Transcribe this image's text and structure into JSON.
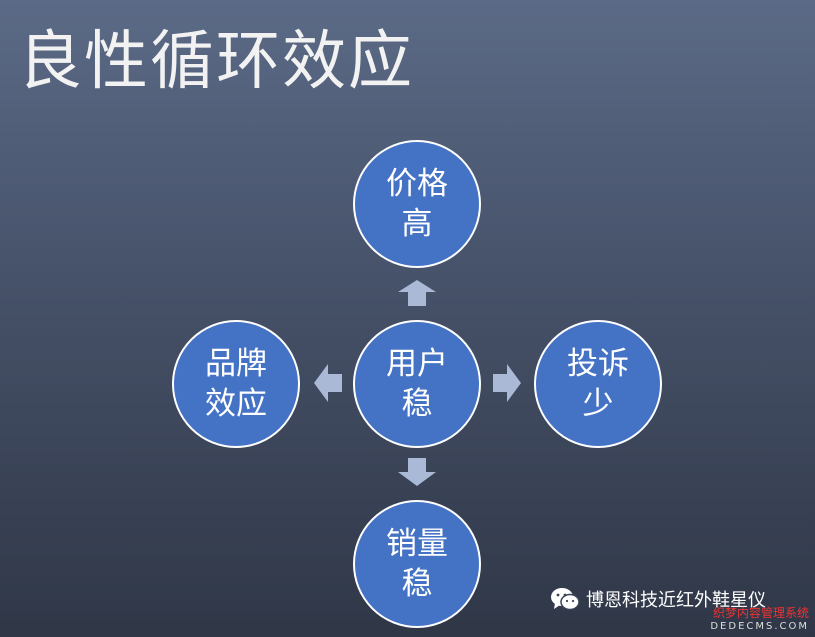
{
  "title": "良性循环效应",
  "nodes": {
    "top": "价格\n高",
    "center": "用户\n稳",
    "left": "品牌\n效应",
    "right": "投诉\n少",
    "bottom": "销量\n稳"
  },
  "footer": {
    "account": "博恩科技近红外鞋星仪",
    "icon": "wechat-icon"
  },
  "watermark": {
    "line1": "织梦内容管理系统",
    "line2": "DEDECMS.COM"
  },
  "colors": {
    "node_fill": "#4472c4",
    "node_border": "#ffffff",
    "arrow": "#a9b9d6"
  }
}
